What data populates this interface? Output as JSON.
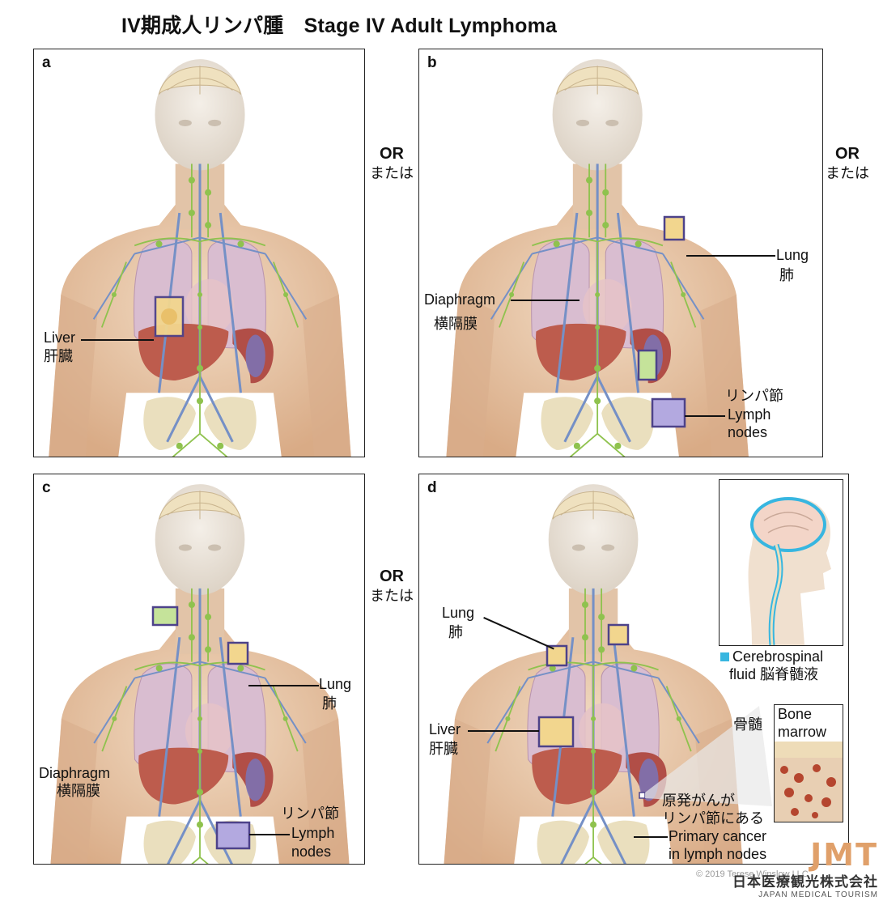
{
  "title": "IV期成人リンパ腫　Stage IV Adult Lymphoma",
  "or": {
    "en": "OR",
    "jp": "または"
  },
  "panels": {
    "a": {
      "letter": "a",
      "liver_en": "Liver",
      "liver_jp": "肝臓"
    },
    "b": {
      "letter": "b",
      "lung_en": "Lung",
      "lung_jp": "肺",
      "diaphragm_en": "Diaphragm",
      "diaphragm_jp": "横隔膜",
      "lymph_jp": "リンパ節",
      "lymph_en1": "Lymph",
      "lymph_en2": "nodes"
    },
    "c": {
      "letter": "c",
      "lung_en": "Lung",
      "lung_jp": "肺",
      "diaphragm_en": "Diaphragm",
      "diaphragm_jp": "横隔膜",
      "lymph_jp": "リンパ節",
      "lymph_en1": "Lymph",
      "lymph_en2": "nodes"
    },
    "d": {
      "letter": "d",
      "lung_en": "Lung",
      "lung_jp": "肺",
      "liver_en": "Liver",
      "liver_jp": "肝臓",
      "csf_en1": "Cerebrospinal",
      "csf_en2": "fluid",
      "csf_jp": "脳脊髄液",
      "marrow_jp": "骨髄",
      "marrow_en1": "Bone",
      "marrow_en2": "marrow",
      "primary_jp1": "原発がんが",
      "primary_jp2": "リンパ節にある",
      "primary_en1": "Primary cancer",
      "primary_en2": "in lymph nodes"
    }
  },
  "copyright": "© 2019 Terese Winslow LLC",
  "logo": {
    "mark": "JMT",
    "jp": "日本医療観光株式会社",
    "en": "JAPAN MEDICAL TOURISM"
  },
  "colors": {
    "skin": "#e9c9a8",
    "lung": "#d7b8cf",
    "liver": "#b8574a",
    "lymph": "#8bbf4a",
    "vessel": "#6f8fc4",
    "csf": "#37b6e0",
    "box": "#8a7fd0"
  }
}
